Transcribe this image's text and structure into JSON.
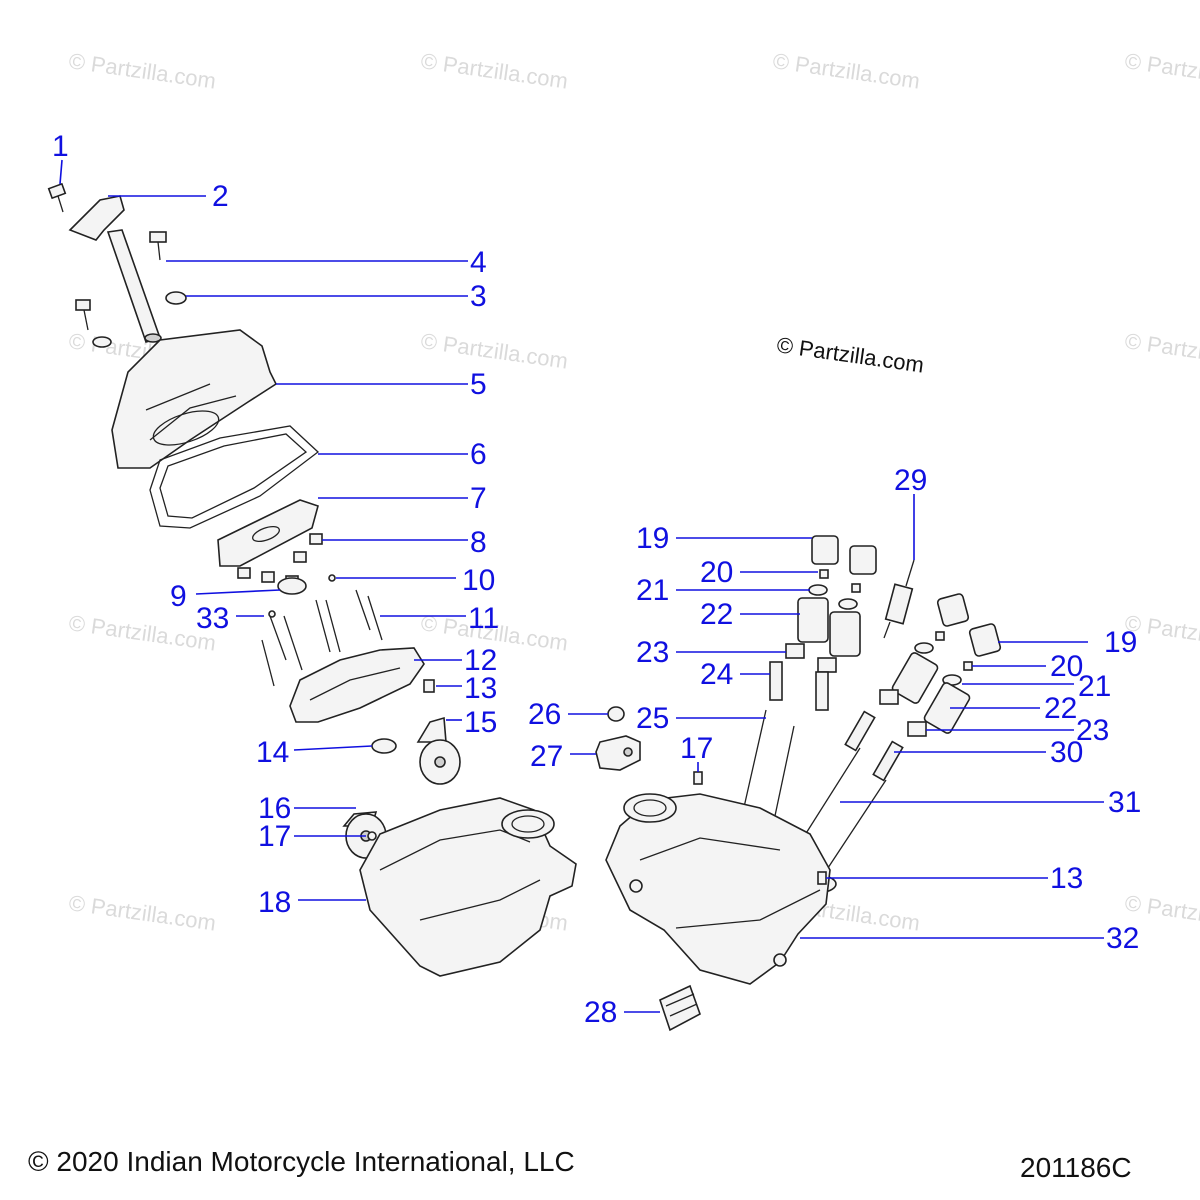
{
  "watermark": "© Partzilla.com",
  "credit": "© Partzilla.com",
  "footer": {
    "copyright": "© 2020 Indian Motorcycle International, LLC",
    "drawing_number": "201186C"
  },
  "callouts": [
    {
      "id": "c1",
      "label": "1"
    },
    {
      "id": "c2",
      "label": "2"
    },
    {
      "id": "c4",
      "label": "4"
    },
    {
      "id": "c3",
      "label": "3"
    },
    {
      "id": "c5",
      "label": "5"
    },
    {
      "id": "c6",
      "label": "6"
    },
    {
      "id": "c7",
      "label": "7"
    },
    {
      "id": "c8",
      "label": "8"
    },
    {
      "id": "c9",
      "label": "9"
    },
    {
      "id": "c10",
      "label": "10"
    },
    {
      "id": "c33",
      "label": "33"
    },
    {
      "id": "c11",
      "label": "11"
    },
    {
      "id": "c12",
      "label": "12"
    },
    {
      "id": "c13a",
      "label": "13"
    },
    {
      "id": "c14",
      "label": "14"
    },
    {
      "id": "c15",
      "label": "15"
    },
    {
      "id": "c16",
      "label": "16"
    },
    {
      "id": "c17a",
      "label": "17"
    },
    {
      "id": "c18",
      "label": "18"
    },
    {
      "id": "c19a",
      "label": "19"
    },
    {
      "id": "c20a",
      "label": "20"
    },
    {
      "id": "c21a",
      "label": "21"
    },
    {
      "id": "c22a",
      "label": "22"
    },
    {
      "id": "c23a",
      "label": "23"
    },
    {
      "id": "c24",
      "label": "24"
    },
    {
      "id": "c25",
      "label": "25"
    },
    {
      "id": "c26",
      "label": "26"
    },
    {
      "id": "c27",
      "label": "27"
    },
    {
      "id": "c17b",
      "label": "17"
    },
    {
      "id": "c28",
      "label": "28"
    },
    {
      "id": "c29",
      "label": "29"
    },
    {
      "id": "c19b",
      "label": "19"
    },
    {
      "id": "c20b",
      "label": "20"
    },
    {
      "id": "c21b",
      "label": "21"
    },
    {
      "id": "c22b",
      "label": "22"
    },
    {
      "id": "c23b",
      "label": "23"
    },
    {
      "id": "c30",
      "label": "30"
    },
    {
      "id": "c31",
      "label": "31"
    },
    {
      "id": "c13b",
      "label": "13"
    },
    {
      "id": "c32",
      "label": "32"
    }
  ],
  "colors": {
    "callout": "#1010e0",
    "linework": "#222222",
    "watermark": "#bdbdbd"
  }
}
